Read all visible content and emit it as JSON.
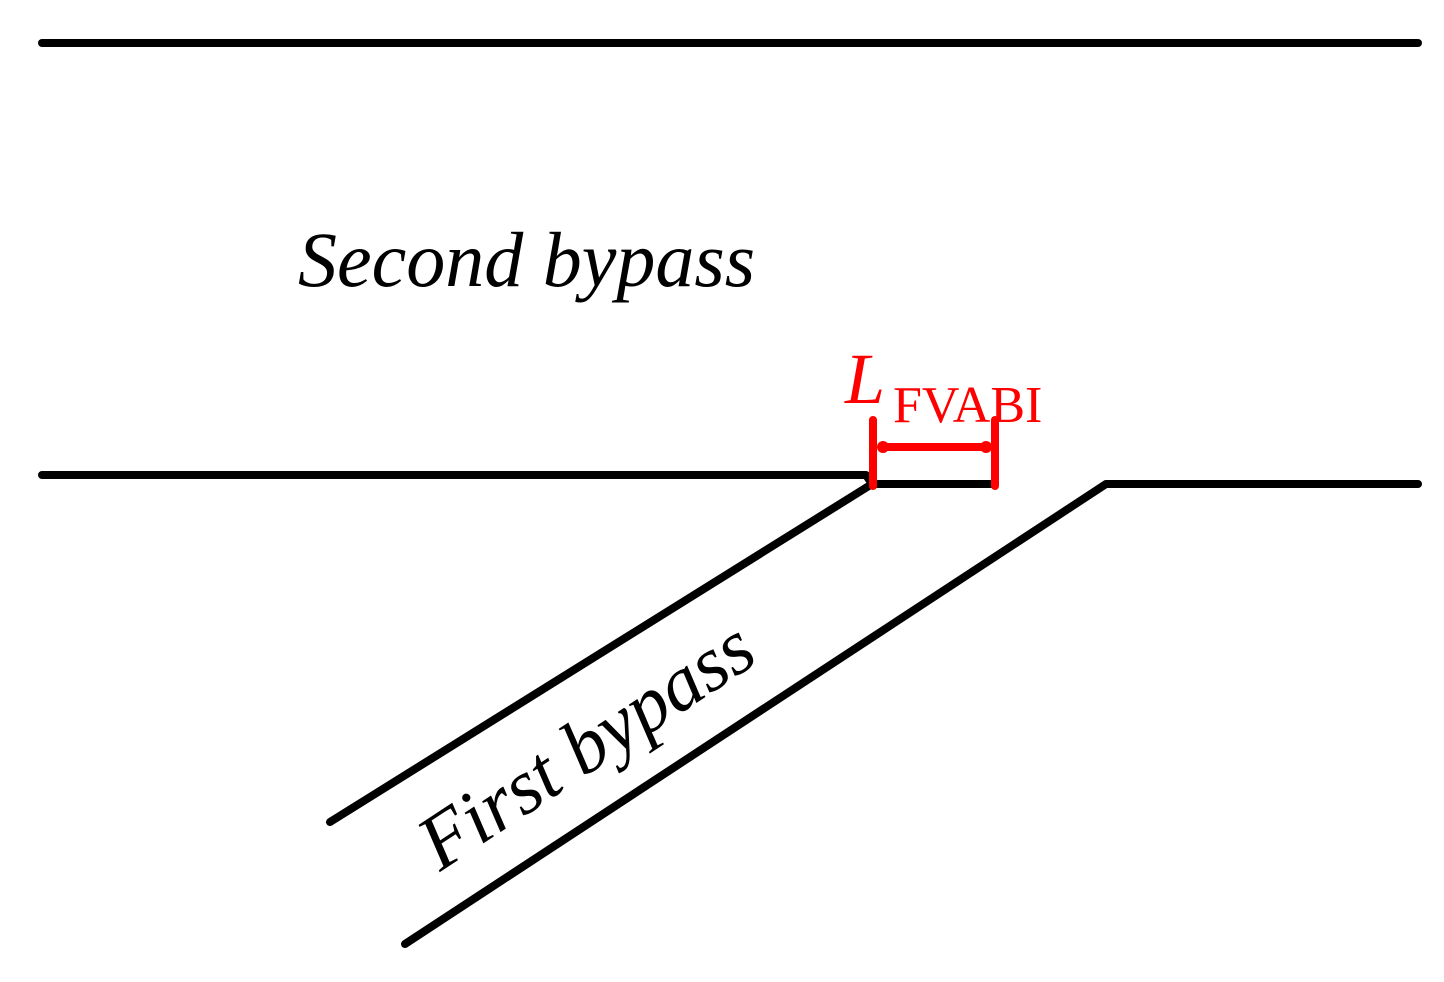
{
  "labels": {
    "second_bypass": "Second bypass",
    "first_bypass": "First bypass",
    "dimension_symbol": "L",
    "dimension_subscript": "FVABI"
  },
  "colors": {
    "line": "#000000",
    "dimension": "#ff0000",
    "text": "#000000"
  }
}
